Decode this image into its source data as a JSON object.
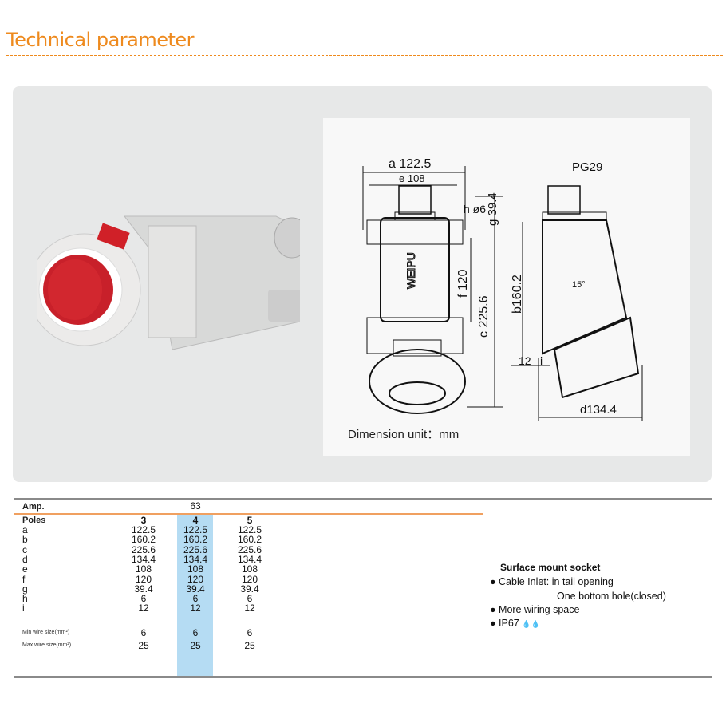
{
  "title": "Technical parameter",
  "drawing": {
    "labels": {
      "a": "a 122.5",
      "e": "e 108",
      "h": "h ø6",
      "g": "g 39.4",
      "f": "f 120",
      "c": "c 225.6",
      "pg": "PG29",
      "b": "b160.2",
      "angle": "15°",
      "i_val": "12",
      "i": "i",
      "d": "d134.4"
    },
    "unit": "Dimension unit：mm",
    "logo": "WEIPU"
  },
  "table": {
    "amp_label": "Amp.",
    "amp_value": "63",
    "poles_label": "Poles",
    "poles": [
      "3",
      "4",
      "5"
    ],
    "rows": [
      {
        "label": "a",
        "values": [
          "122.5",
          "122.5",
          "122.5"
        ]
      },
      {
        "label": "b",
        "values": [
          "160.2",
          "160.2",
          "160.2"
        ]
      },
      {
        "label": "c",
        "values": [
          "225.6",
          "225.6",
          "225.6"
        ]
      },
      {
        "label": "d",
        "values": [
          "134.4",
          "134.4",
          "134.4"
        ]
      },
      {
        "label": "e",
        "values": [
          "108",
          "108",
          "108"
        ]
      },
      {
        "label": "f",
        "values": [
          "120",
          "120",
          "120"
        ]
      },
      {
        "label": "g",
        "values": [
          "39.4",
          "39.4",
          "39.4"
        ]
      },
      {
        "label": "h",
        "values": [
          "6",
          "6",
          "6"
        ]
      },
      {
        "label": "i",
        "values": [
          "12",
          "12",
          "12"
        ]
      }
    ],
    "min_wire": {
      "label": "Min wire size(mm²)",
      "values": [
        "6",
        "6",
        "6"
      ]
    },
    "max_wire": {
      "label": "Max wire size(mm²)",
      "values": [
        "25",
        "25",
        "25"
      ]
    }
  },
  "description": {
    "heading": "Surface mount socket",
    "bullets": [
      "Cable Inlet:  in tail  opening",
      "More wiring space",
      "IP67"
    ],
    "cable_inlet_line2": "One bottom hole(closed)",
    "ip_icon": "water-drops-icon"
  }
}
